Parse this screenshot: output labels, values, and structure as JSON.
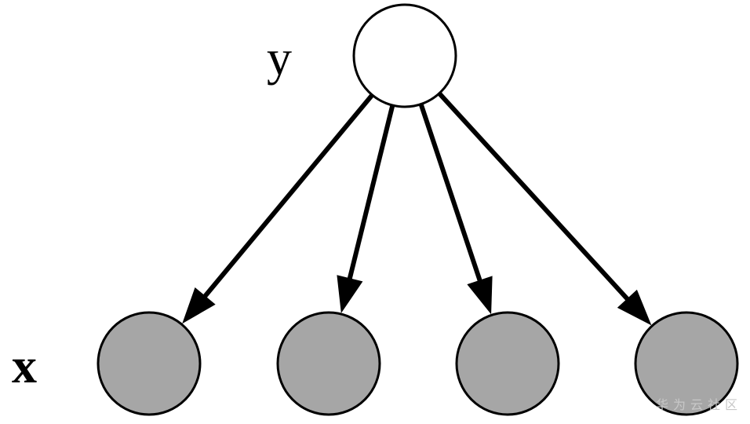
{
  "diagram": {
    "parent_label": "y",
    "children_label": "x",
    "parent_fill": "#ffffff",
    "child_fill": "#a6a6a6",
    "stroke_color": "#000000",
    "edges": [
      {
        "from": "y",
        "to": "x1"
      },
      {
        "from": "y",
        "to": "x2"
      },
      {
        "from": "y",
        "to": "x3"
      },
      {
        "from": "y",
        "to": "x4"
      }
    ]
  },
  "watermark": {
    "text": "华为云社区"
  }
}
